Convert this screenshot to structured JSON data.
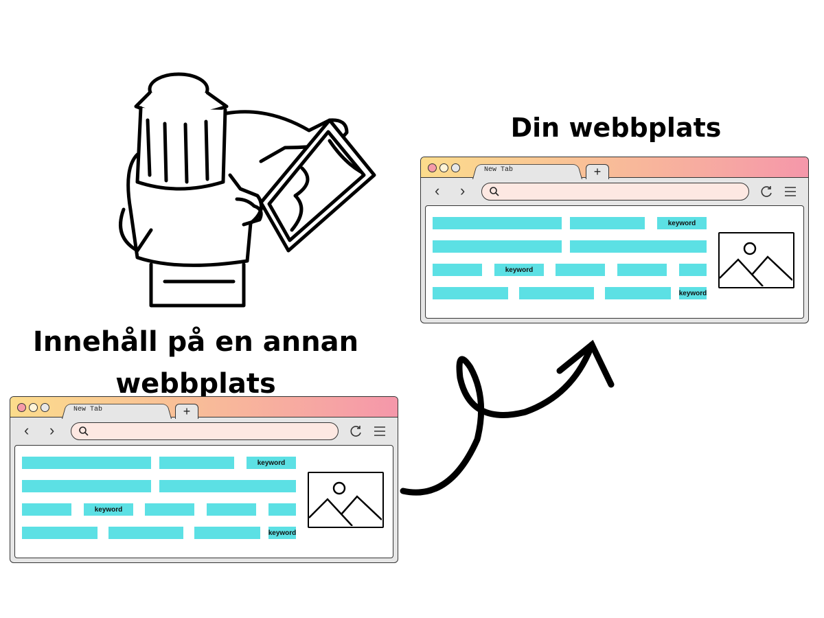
{
  "headings": {
    "target": "Din webbplats",
    "source_line1": "Innehåll på en annan",
    "source_line2": "webbplats"
  },
  "browser": {
    "tab_label": "New Tab",
    "new_tab": "+",
    "back": "‹",
    "forward": "›",
    "keyword": "keyword",
    "icons": [
      "search-icon",
      "reload-icon",
      "menu-icon",
      "image-placeholder-icon"
    ]
  },
  "colors": {
    "bar": "#5ce0e4",
    "address_bar": "#fde8e2",
    "title_gradient_start": "#fcdc8c",
    "title_gradient_end": "#f597aa"
  }
}
